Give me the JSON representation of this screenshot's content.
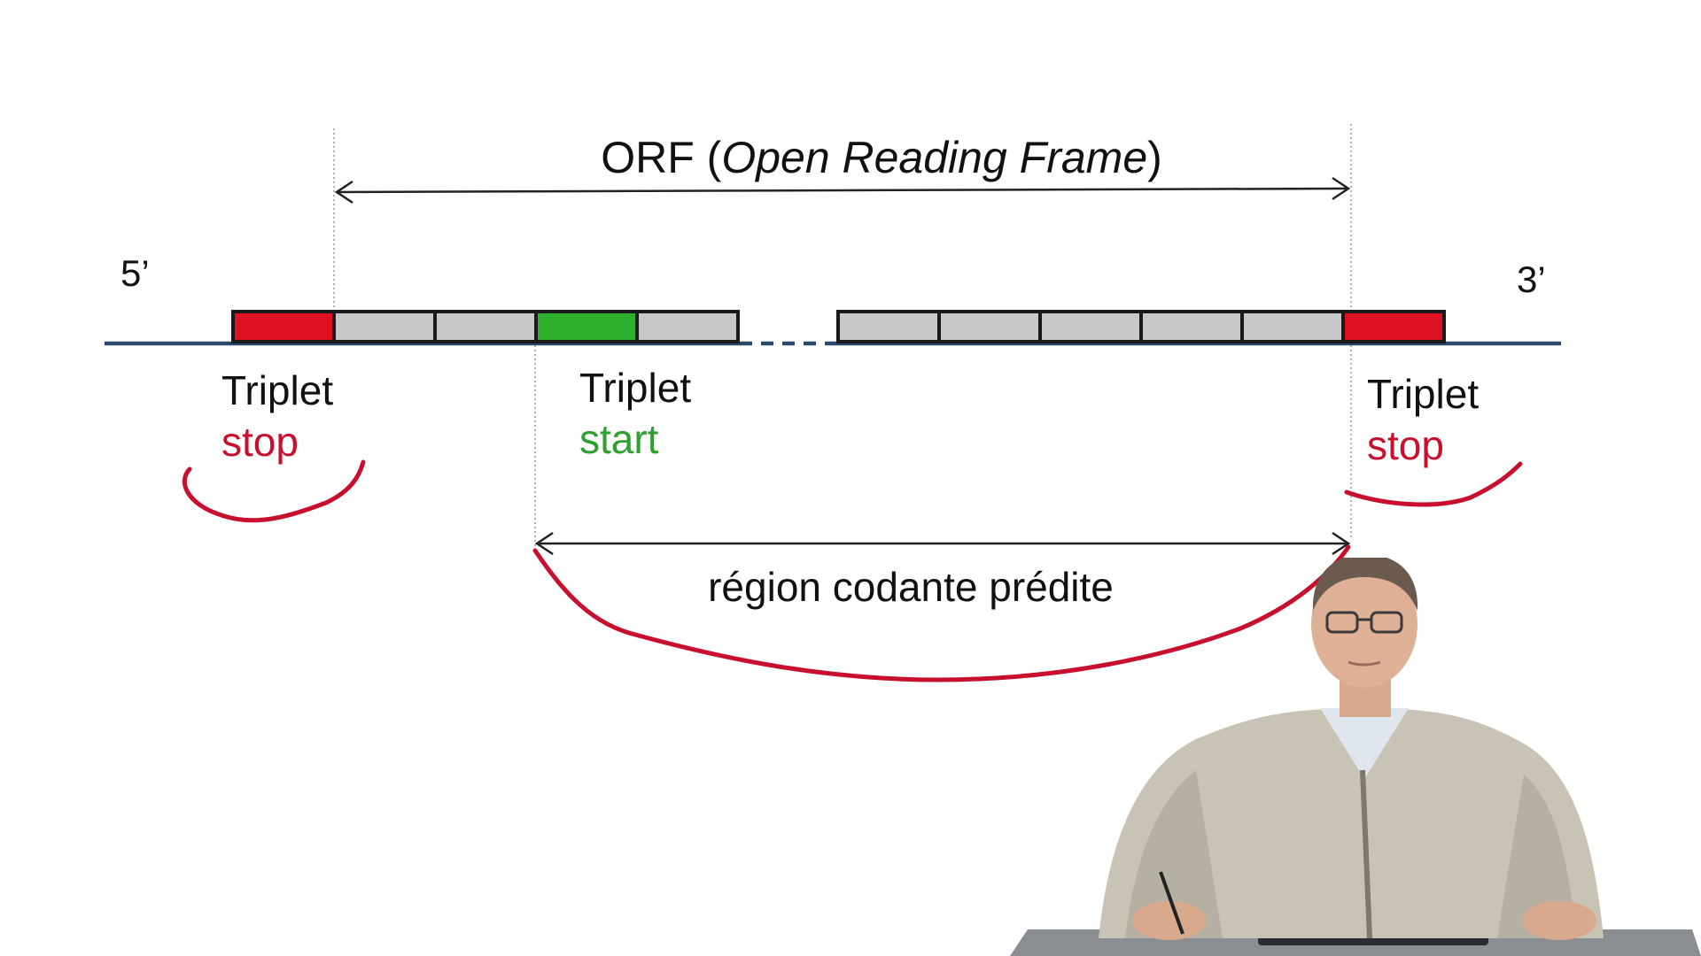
{
  "slide": {
    "orf_title_prefix": "ORF (",
    "orf_title_italic": "Open Reading Frame",
    "orf_title_suffix": ")",
    "five_prime": "5’",
    "three_prime": "3’",
    "left_triplet_label": "Triplet",
    "left_stop_label": "stop",
    "start_triplet_label": "Triplet",
    "start_label": "start",
    "right_triplet_label": "Triplet",
    "right_stop_label": "stop",
    "region_label": "région codante prédite"
  },
  "colors": {
    "stop_codon": "#dd1122",
    "start_codon": "#2eb02e",
    "codon_gray": "#c8c8c8",
    "strand": "#2b4a6b",
    "annotation_ink": "#c8102e",
    "stop_text": "#c8102e",
    "start_text": "#2ea02e"
  },
  "codons": [
    {
      "type": "stop"
    },
    {
      "type": "gray"
    },
    {
      "type": "gray"
    },
    {
      "type": "start"
    },
    {
      "type": "gray"
    },
    {
      "type": "gap"
    },
    {
      "type": "gray"
    },
    {
      "type": "gray"
    },
    {
      "type": "gray"
    },
    {
      "type": "gray"
    },
    {
      "type": "gray"
    },
    {
      "type": "stop"
    }
  ],
  "presenter": {
    "icon": "presenter-video-overlay"
  }
}
